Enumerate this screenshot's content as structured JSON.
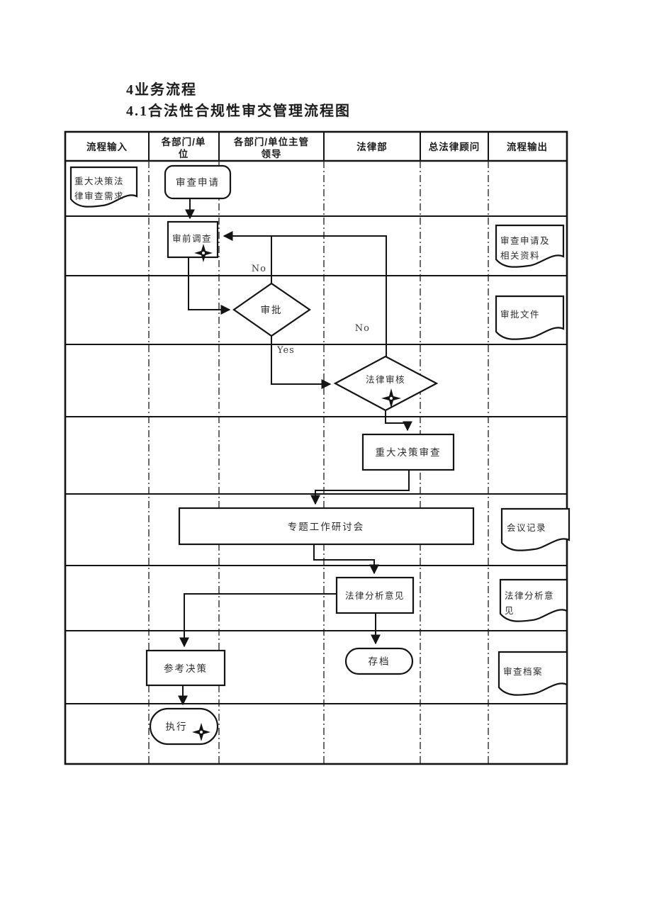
{
  "document": {
    "heading_line1": "4业务流程",
    "heading_line2": "4.1合法性合规性审交管理流程图"
  },
  "lanes": {
    "col1": "流程输入",
    "col2_line1": "各部门/单",
    "col2_line2": "位",
    "col3_line1": "各部门/单位主管",
    "col3_line2": "领导",
    "col4": "法律部",
    "col5": "总法律顾问",
    "col6": "流程输出"
  },
  "nodes": {
    "input_doc_line1": "重大决策法",
    "input_doc_line2": "律审查需求",
    "review_application": "审查申请",
    "pre_review_investigation": "审前调查",
    "approval": "审批",
    "legal_review": "法律审核",
    "major_decision_review": "重大决策审查",
    "special_workshop": "专题工作研讨会",
    "legal_analysis_opinion": "法律分析意见",
    "reference_decision": "参考决策",
    "archive": "存档",
    "execute": "执行"
  },
  "branch_labels": {
    "approval_no": "No",
    "approval_yes": "Yes",
    "legal_review_no": "No"
  },
  "outputs": {
    "doc1_line1": "审查申请及",
    "doc1_line2": "相关资料",
    "doc2": "审批文件",
    "doc3": "会议记录",
    "doc4_line1": "法律分析意",
    "doc4_line2": "见",
    "doc5": "审查档案"
  },
  "colors": {
    "line": "#141414",
    "text": "#2b2b2b",
    "background": "#ffffff"
  }
}
